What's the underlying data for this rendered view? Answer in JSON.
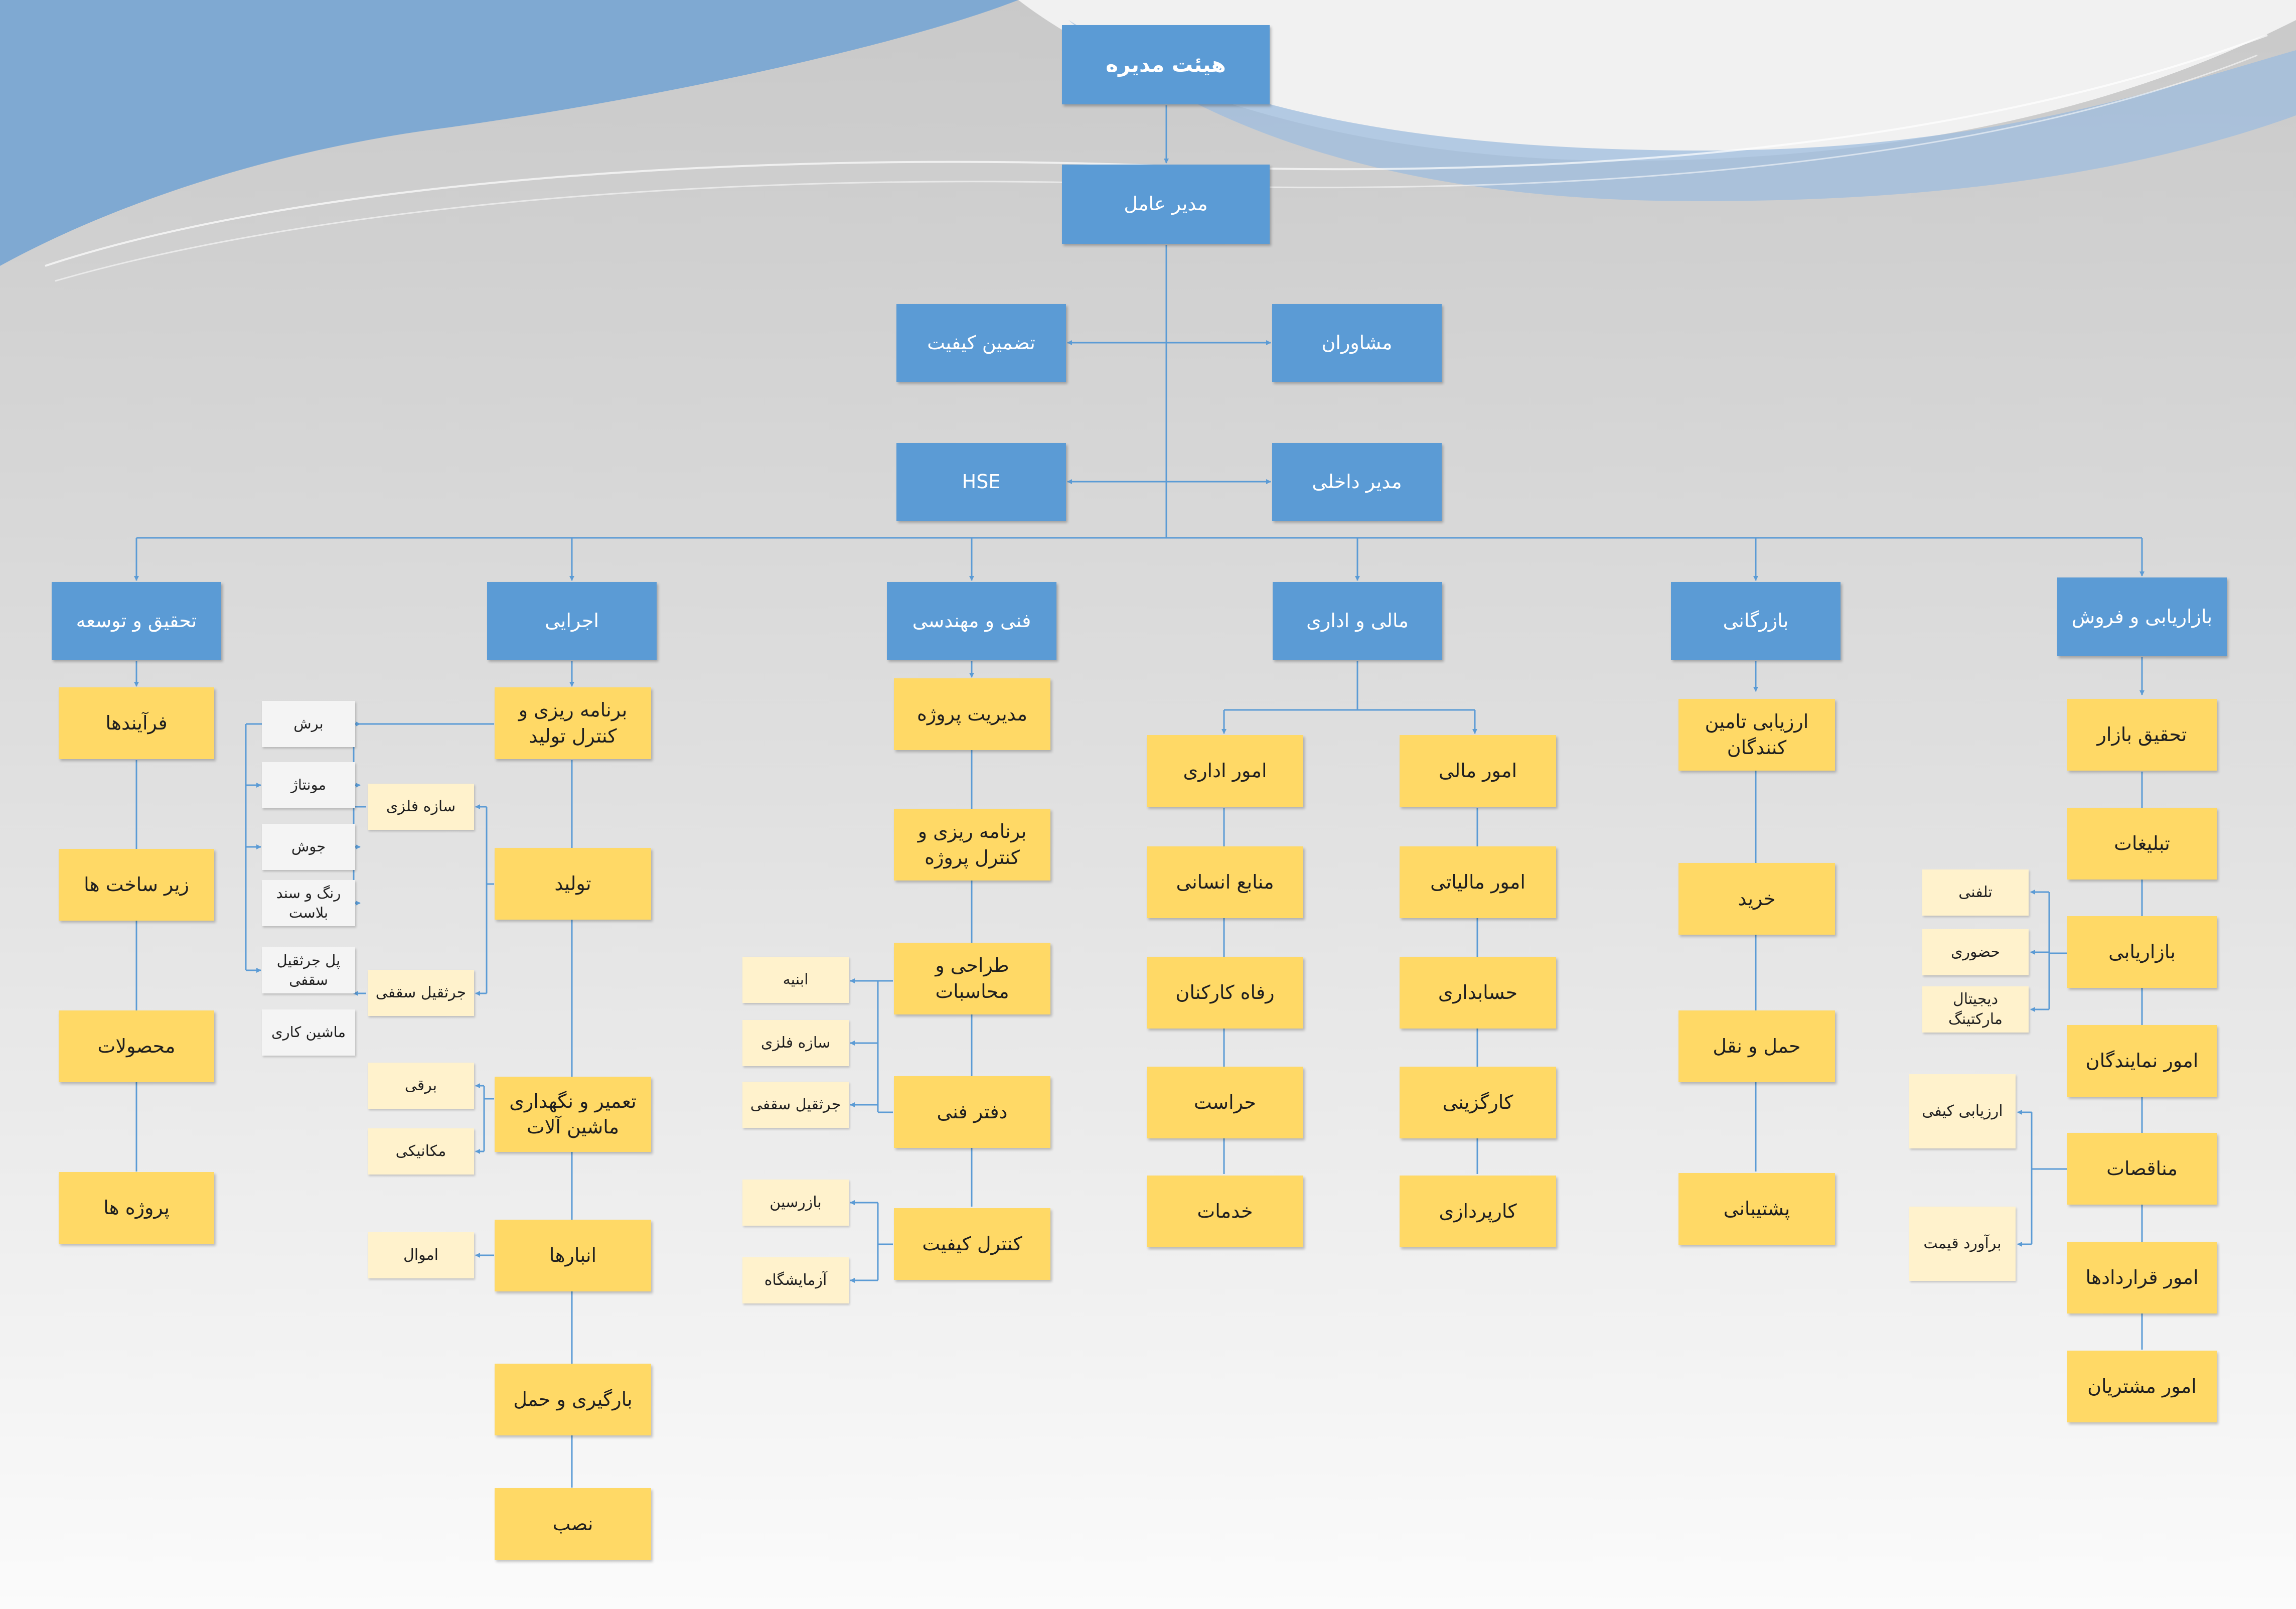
{
  "colors": {
    "box_blue": "#5b9bd5",
    "box_yellow": "#ffd966",
    "box_cream": "#fff2cc",
    "box_white": "#f4f4f4",
    "connector": "#5b9bd5"
  },
  "top": {
    "board": "هیئت مدیره",
    "ceo": "مدیر عامل",
    "quality_assurance": "تضمین کیفیت",
    "advisors": "مشاوران",
    "hse": "HSE",
    "internal_manager": "مدیر داخلی"
  },
  "depts": {
    "rd": {
      "title": "تحقیق و توسعه",
      "items": [
        "فرآیندها",
        "زیر ساخت ها",
        "محصولات",
        "پروژه ها"
      ]
    },
    "exec": {
      "title": "اجرایی",
      "items": [
        "برنامه ریزی و کنترل تولید",
        "تولید",
        "تعمیر و نگهداری ماشین آلات",
        "انبارها",
        "بارگیری و حمل",
        "نصب"
      ],
      "sub_production": [
        "سازه فلزی",
        "جرثقیل سقفی"
      ],
      "sub_metal": [
        "برش",
        "مونتاژ",
        "جوش",
        "رنگ و سند بلاست",
        "پل جرثقیل سقفی"
      ],
      "sub_machinery_label": "ماشین کاری",
      "sub_maintenance": [
        "برقی",
        "مکانیکی"
      ],
      "sub_warehouse": [
        "اموال"
      ]
    },
    "eng": {
      "title": "فنی و مهندسی",
      "items": [
        "مدیریت پروژه",
        "برنامه ریزی و کنترل پروژه",
        "طراحی و محاسبات",
        "دفتر فنی",
        "کنترل کیفیت"
      ],
      "sub_design": [
        "ابنیه",
        "سازه فلزی",
        "جرثقیل سقفی"
      ],
      "sub_qc": [
        "بازرسین",
        "آزمایشگاه"
      ]
    },
    "admin": {
      "title": "مالی و اداری",
      "admin_items": [
        "امور اداری",
        "منابع انسانی",
        "رفاه کارکنان",
        "حراست",
        "خدمات"
      ],
      "finance_items": [
        "امور مالی",
        "امور مالیاتی",
        "حسابداری",
        "کارگزینی",
        "کارپردازی"
      ]
    },
    "commerce": {
      "title": "بازرگانی",
      "items": [
        "ارزیابی تامین کنندگان",
        "خرید",
        "حمل و نقل",
        "پشتیبانی"
      ]
    },
    "marketing": {
      "title": "بازاریابی و فروش",
      "items": [
        "تحقیق بازار",
        "تبلیغات",
        "بازاریابی",
        "امور نمایندگان",
        "مناقصات",
        "امور قراردادها",
        "امور مشتریان"
      ],
      "sub_marketing": [
        "تلفنی",
        "حضوری",
        "دیجیتال مارکتینگ"
      ],
      "sub_tenders": [
        "ارزیابی کیفی",
        "برآورد قیمت"
      ]
    }
  }
}
